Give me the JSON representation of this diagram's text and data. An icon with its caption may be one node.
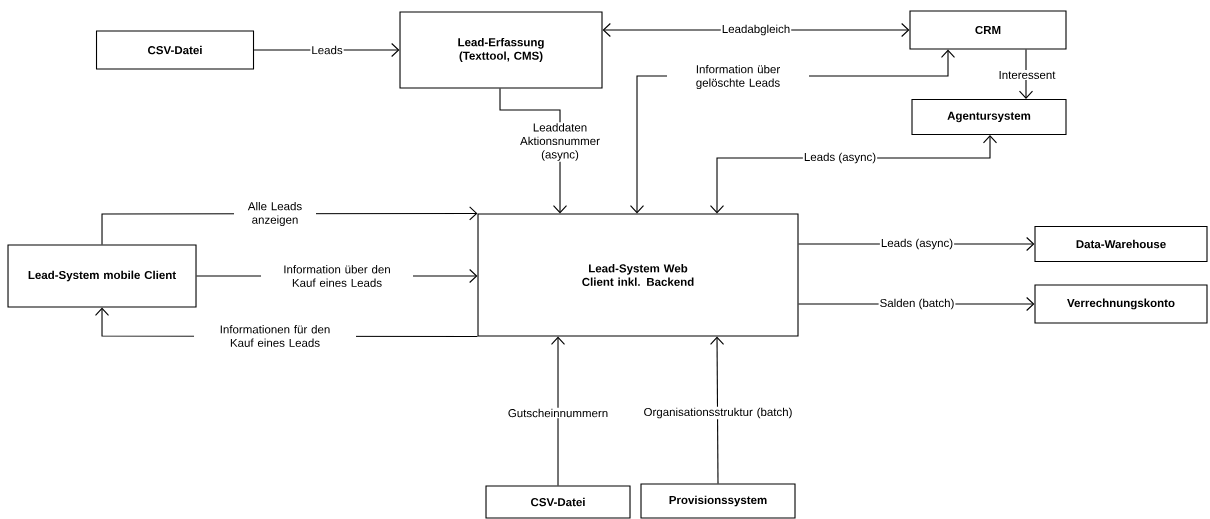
{
  "diagram": {
    "nodes": [
      {
        "text": [
          "CSV-Datei"
        ]
      },
      {
        "text": [
          "Lead-Erfassung (Texttool, CMS)"
        ]
      },
      {
        "text": [
          "CRM"
        ]
      },
      {
        "text": [
          "Agentursystem"
        ]
      },
      {
        "text": [
          "Lead-System mobile Client"
        ]
      },
      {
        "text": [
          "Lead-System Web Client inkl. Backend"
        ]
      },
      {
        "text": [
          "Data-Warehouse"
        ]
      },
      {
        "text": [
          "Verrechnungskonto"
        ]
      },
      {
        "text": [
          "CSV-Datei"
        ]
      },
      {
        "text": [
          "Provisionssystem"
        ]
      }
    ],
    "edges": [
      {
        "from": 0,
        "to": 1,
        "arrow": "to",
        "label": "Leads"
      },
      {
        "from": 1,
        "to": 2,
        "arrow": "both",
        "label": "Leadabgleich"
      },
      {
        "from": 5,
        "to": 2,
        "arrow": "both",
        "label": "Information über gelöschte Leads"
      },
      {
        "from": 2,
        "to": 3,
        "arrow": "to",
        "label": "Interessent"
      },
      {
        "from": 5,
        "to": 3,
        "arrow": "both",
        "label": "Leads (async)"
      },
      {
        "from": 1,
        "to": 5,
        "arrow": "to",
        "label": "Leaddaten Aktionsnummer (async)"
      },
      {
        "from": 4,
        "to": 5,
        "arrow": "to",
        "label": "Alle Leads anzeigen"
      },
      {
        "from": 4,
        "to": 5,
        "arrow": "to",
        "label": "Information über den Kauf eines Leads"
      },
      {
        "from": 5,
        "to": 4,
        "arrow": "to",
        "label": "Informationen für den Kauf eines Leads"
      },
      {
        "from": 5,
        "to": 6,
        "arrow": "to",
        "label": "Leads (async)"
      },
      {
        "from": 5,
        "to": 7,
        "arrow": "to",
        "label": "Salden (batch)"
      },
      {
        "from": 8,
        "to": 5,
        "arrow": "to",
        "label": "Gutscheinnummern"
      },
      {
        "from": 9,
        "to": 5,
        "arrow": "to",
        "label": "Organisationsstruktur (batch)"
      }
    ]
  }
}
